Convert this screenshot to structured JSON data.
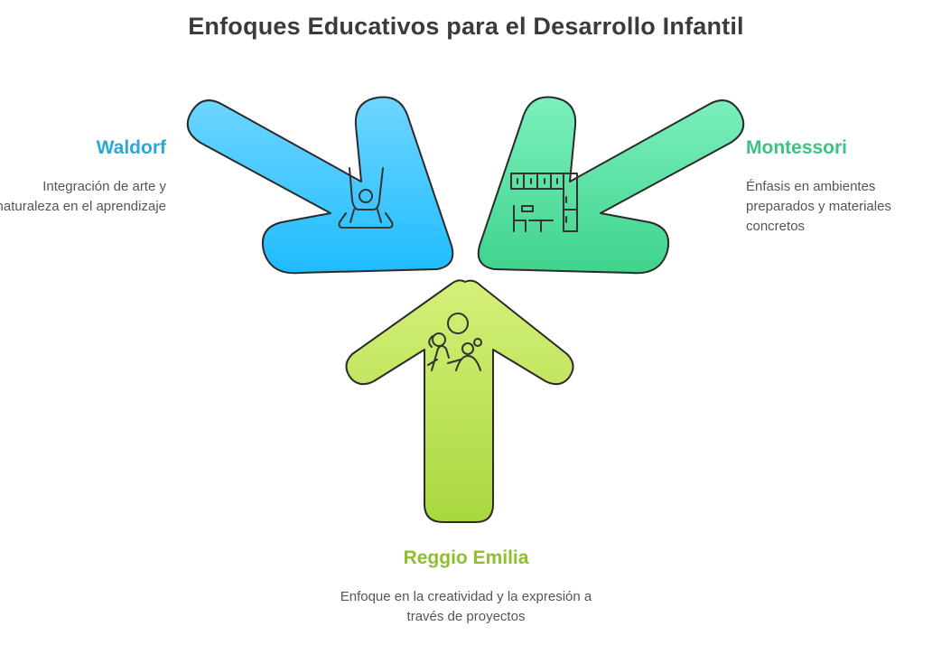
{
  "title": "Enfoques Educativos para el Desarrollo Infantil",
  "colors": {
    "waldorf": "#2aa8dc",
    "montessori": "#3cc383",
    "reggio": "#8fbf2f"
  },
  "approaches": [
    {
      "name": "Waldorf",
      "description": "Integración de arte y naturaleza en el aprendizaje",
      "icon": "swing-child-icon"
    },
    {
      "name": "Montessori",
      "description": "Énfasis en ambientes preparados y materiales concretos",
      "icon": "classroom-furniture-icon"
    },
    {
      "name": "Reggio Emilia",
      "description": "Enfoque en la creatividad y la expresión a través de proyectos",
      "icon": "children-group-icon"
    }
  ]
}
